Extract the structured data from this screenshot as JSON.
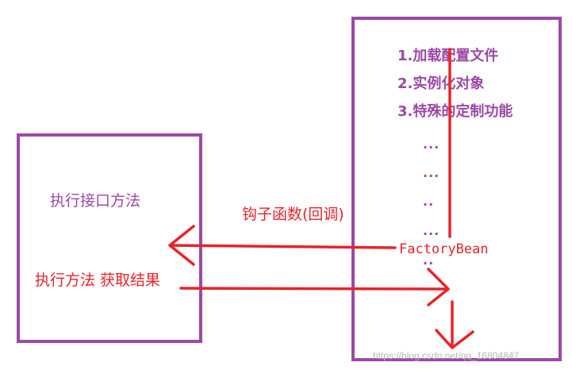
{
  "left_box": {
    "title": "执行接口方法",
    "action": "执行方法 获取结果"
  },
  "right_box": {
    "steps": [
      "1.加载配置文件",
      "2.实例化对象",
      "3.特殊的定制功能"
    ],
    "ellipses": [
      "...",
      "...",
      "..",
      "...",
      ".."
    ],
    "factory_bean": "FactoryBean"
  },
  "hook_label": "钩子函数(回调)",
  "watermark": "https://blog.csdn.net/qq_16804847",
  "colors": {
    "box_border": "#9b4aa6",
    "arrow": "#e8232a"
  }
}
